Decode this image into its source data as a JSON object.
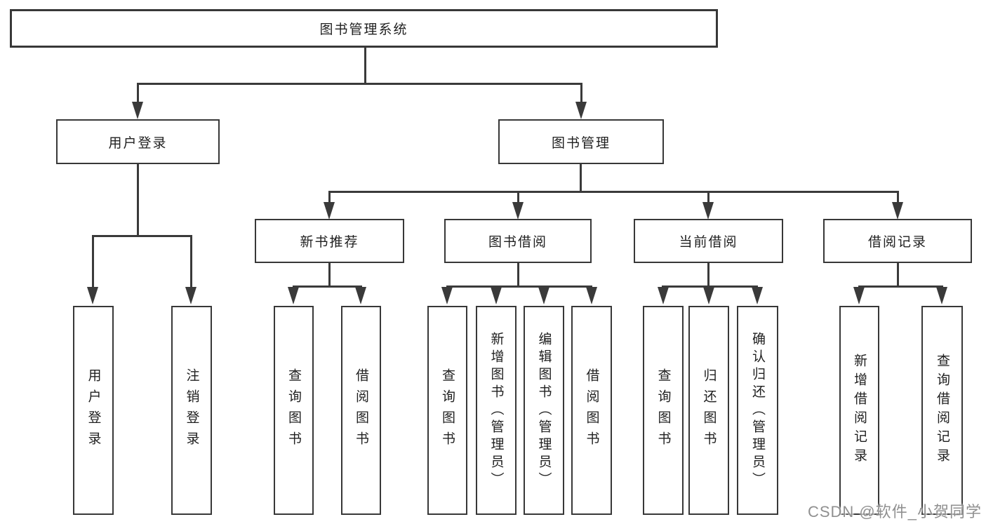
{
  "colors": {
    "line": "#3a3a3a",
    "box_border": "#383838",
    "text": "#1f1f1f",
    "background": "#ffffff",
    "watermark": "#878787"
  },
  "watermark": "CSDN @软件_小贺同学",
  "tree": {
    "root": "图书管理系统",
    "branches": [
      {
        "label": "用户登录",
        "children": [
          "用户登录",
          "注销登录"
        ]
      },
      {
        "label": "图书管理",
        "groups": [
          {
            "label": "新书推荐",
            "children": [
              "查询图书",
              "借阅图书"
            ]
          },
          {
            "label": "图书借阅",
            "children": [
              "查询图书",
              "新增图书（管理员）",
              "编辑图书（管理员）",
              "借阅图书"
            ]
          },
          {
            "label": "当前借阅",
            "children": [
              "查询图书",
              "归还图书",
              "确认归还（管理员）"
            ]
          },
          {
            "label": "借阅记录",
            "children": [
              "新增借阅记录",
              "查询借阅记录"
            ]
          }
        ]
      }
    ]
  }
}
